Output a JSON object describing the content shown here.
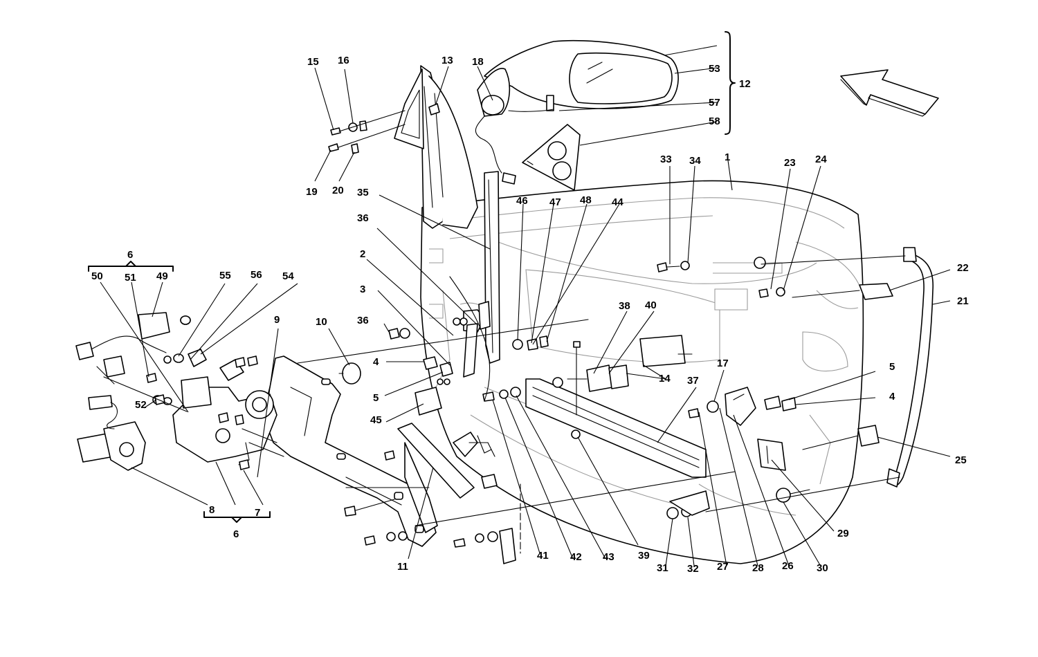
{
  "diagram": {
    "labels": {
      "l1": "1",
      "l2": "2",
      "l3": "3",
      "l4a": "4",
      "l4b": "4",
      "l5a": "5",
      "l5b": "5",
      "l6a": "6",
      "l6b": "6",
      "l7": "7",
      "l8": "8",
      "l9": "9",
      "l10": "10",
      "l11": "11",
      "l12": "12",
      "l13": "13",
      "l14": "14",
      "l15": "15",
      "l16": "16",
      "l17": "17",
      "l18": "18",
      "l19": "19",
      "l20": "20",
      "l21": "21",
      "l22": "22",
      "l23": "23",
      "l24": "24",
      "l25": "25",
      "l26": "26",
      "l27": "27",
      "l28": "28",
      "l29": "29",
      "l30": "30",
      "l31": "31",
      "l32": "32",
      "l33": "33",
      "l34": "34",
      "l35": "35",
      "l36a": "36",
      "l36b": "36",
      "l37": "37",
      "l38": "38",
      "l39": "39",
      "l40": "40",
      "l41": "41",
      "l42": "42",
      "l43": "43",
      "l44": "44",
      "l45": "45",
      "l46": "46",
      "l47": "47",
      "l48": "48",
      "l49": "49",
      "l50": "50",
      "l51": "51",
      "l52": "52",
      "l53": "53",
      "l54": "54",
      "l55": "55",
      "l56": "56",
      "l57": "57",
      "l58": "58"
    },
    "direction_icon": "front-direction-arrow-icon",
    "colors": {
      "line": "#000000",
      "background": "#ffffff",
      "hidden_line": "#9a9a9a"
    }
  }
}
